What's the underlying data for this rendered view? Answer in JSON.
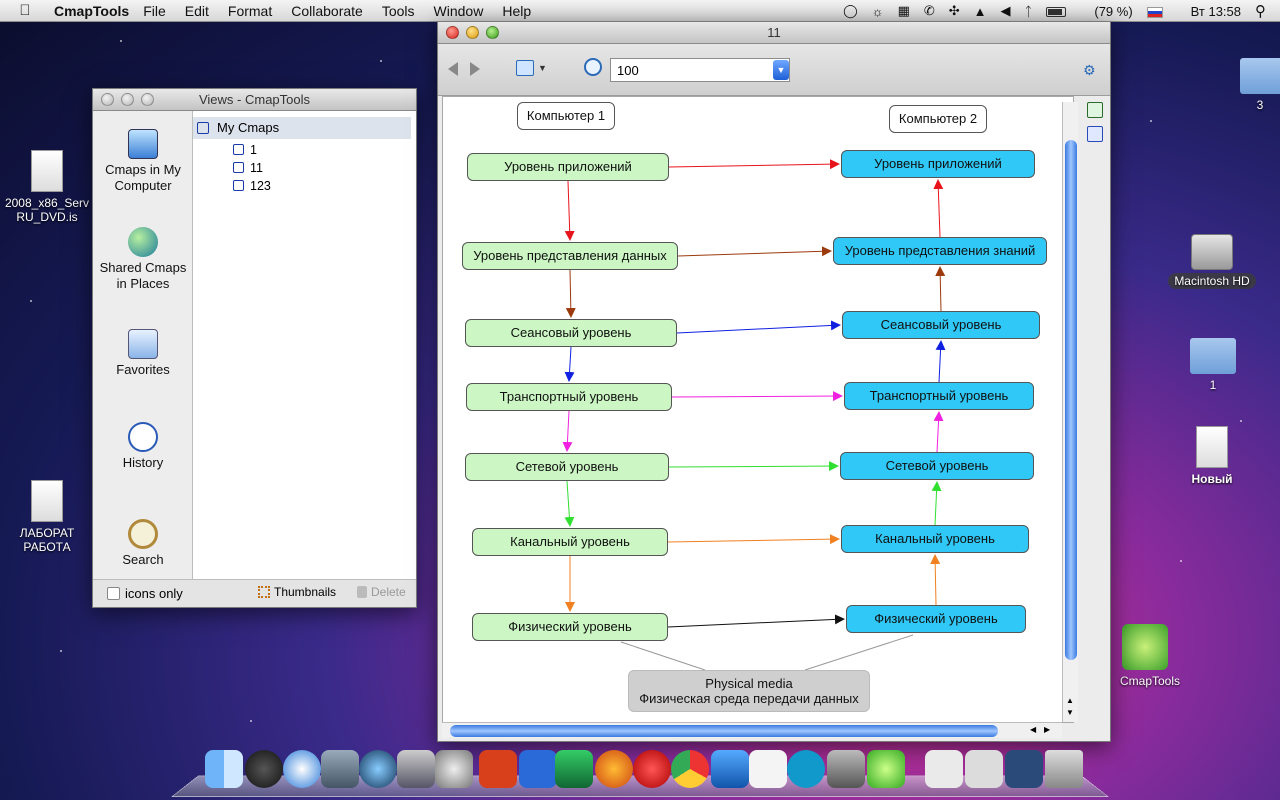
{
  "menubar": {
    "app_name": "CmapTools",
    "items": [
      "File",
      "Edit",
      "Format",
      "Collaborate",
      "Tools",
      "Window",
      "Help"
    ],
    "battery": "(79 %)",
    "clock": "Вт 13:58"
  },
  "desktop": {
    "left_icons": [
      {
        "label": "2008_x86_Serv\nRU_DVD.is"
      },
      {
        "label": "ЛАБОРАТ\nРАБОТА"
      }
    ],
    "right_icons": [
      {
        "label": "3"
      },
      {
        "label": "Macintosh HD"
      },
      {
        "label": "1"
      },
      {
        "label": "Новый"
      },
      {
        "label": "CmapTools"
      }
    ]
  },
  "views_window": {
    "title": "Views - CmapTools",
    "sidebar": [
      {
        "label": "Cmaps in My Computer",
        "icon": "computer-icon"
      },
      {
        "label": "Shared Cmaps in Places",
        "icon": "globe-icon"
      },
      {
        "label": "Favorites",
        "icon": "favorites-icon"
      },
      {
        "label": "History",
        "icon": "history-icon"
      },
      {
        "label": "Search",
        "icon": "magnifier-icon"
      }
    ],
    "tree_root": "My Cmaps",
    "tree_items": [
      "1",
      "11",
      "123"
    ],
    "icons_only": "icons only",
    "thumbnails": "Thumbnails",
    "delete": "Delete"
  },
  "main_window": {
    "title": "11",
    "zoom_value": "100",
    "concept_map": {
      "headers": [
        "Компьютер 1",
        "Компьютер 2"
      ],
      "left_nodes": [
        "Уровень приложений",
        "Уровень представления данных",
        "Сеансовый уровень",
        "Транспортный уровень",
        "Сетевой уровень",
        "Канальный уровень",
        "Физический уровень"
      ],
      "right_nodes": [
        "Уровень приложений",
        "Уровень представления знаний",
        "Сеансовый уровень",
        "Транспортный уровень",
        "Сетевой уровень",
        "Канальный уровень",
        "Физический уровень"
      ],
      "media_line1": "Physical media",
      "media_line2": "Физическая среда передачи данных",
      "link_colors": [
        "#e8141c",
        "#9b3a0c",
        "#1020e0",
        "#f020e0",
        "#30e030",
        "#f08020",
        "#111111"
      ]
    }
  }
}
